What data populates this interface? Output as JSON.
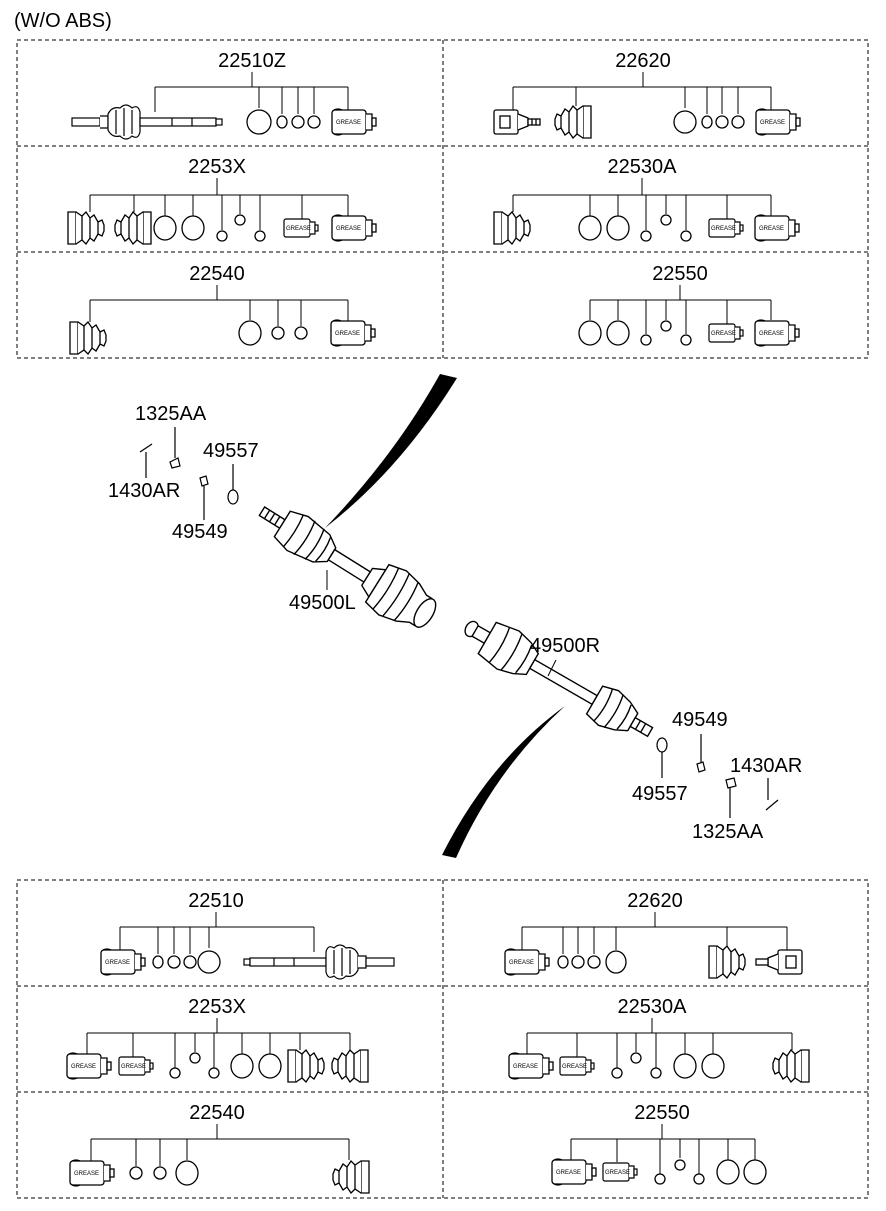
{
  "header": {
    "note": "(W/O ABS)"
  },
  "top_kits": [
    {
      "code": "22510Z"
    },
    {
      "code": "22620"
    },
    {
      "code": "2253X"
    },
    {
      "code": "22530A"
    },
    {
      "code": "22540"
    },
    {
      "code": "22550"
    }
  ],
  "bottom_kits": [
    {
      "code": "22510"
    },
    {
      "code": "22620"
    },
    {
      "code": "2253X"
    },
    {
      "code": "22530A"
    },
    {
      "code": "22540"
    },
    {
      "code": "22550"
    }
  ],
  "callouts": {
    "left": {
      "nut": "1325AA",
      "pin": "1430AR",
      "washer": "49557",
      "nut_small": "49549",
      "shaft": "49500L"
    },
    "right": {
      "shaft": "49500R",
      "nut_small": "49549",
      "washer": "49557",
      "pin": "1430AR",
      "nut": "1325AA"
    }
  },
  "grease_text": "GREASE"
}
